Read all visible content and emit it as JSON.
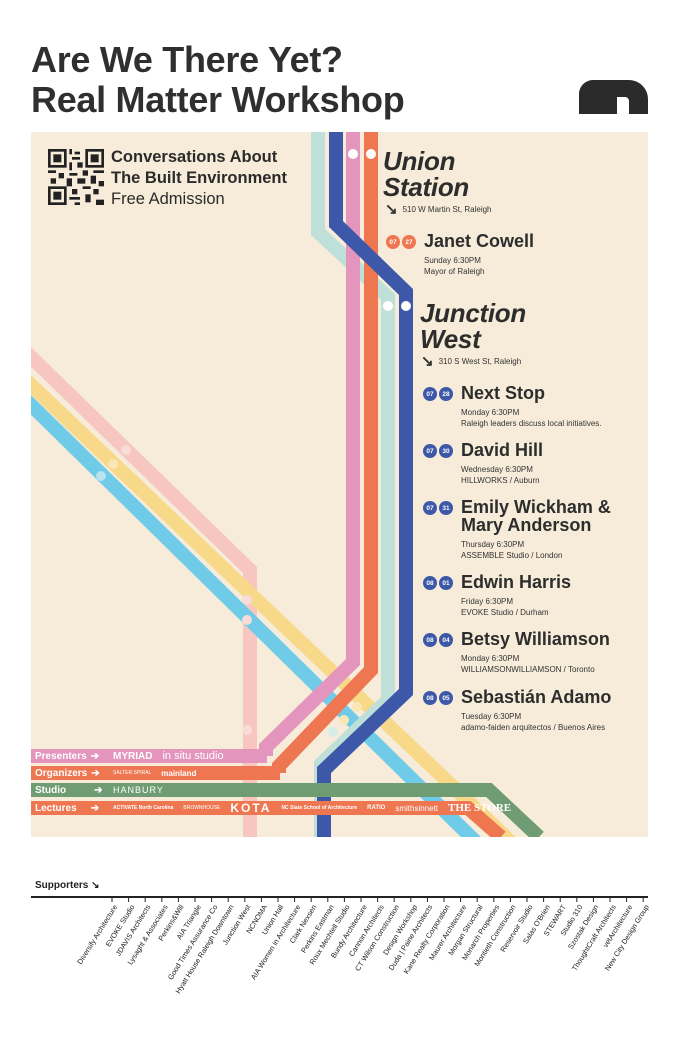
{
  "title": {
    "line1": "Are We There Yet?",
    "line2": "Real Matter Workshop"
  },
  "colors": {
    "background": "#f6ecd9",
    "blue": "#3d58a8",
    "orange": "#ee7751",
    "pink": "#e495bd",
    "mint": "#bfe0d9",
    "yellow": "#f8d98a",
    "light_pink": "#f7c6c0",
    "sky": "#6fcbe8",
    "green": "#6f9c72",
    "text": "#2d2d2d"
  },
  "intro": {
    "line1": "Conversations About",
    "line2": "The Built Environment",
    "line3": "Free Admission"
  },
  "stations": [
    {
      "name_line1": "Union",
      "name_line2": "Station",
      "address": "510 W Martin St, Raleigh"
    },
    {
      "name_line1": "Junction",
      "name_line2": "West",
      "address": "310 S West St, Raleigh"
    }
  ],
  "events": [
    {
      "month": "07",
      "day": "27",
      "color": "orange",
      "name_line1": "Janet Cowell",
      "name_line2": "",
      "when": "Sunday 6:30PM",
      "detail": "Mayor of Raleigh"
    },
    {
      "month": "07",
      "day": "28",
      "color": "blue",
      "name_line1": "Next Stop",
      "name_line2": "",
      "when": "Monday 6:30PM",
      "detail": "Raleigh leaders discuss local initiatives."
    },
    {
      "month": "07",
      "day": "30",
      "color": "blue",
      "name_line1": "David Hill",
      "name_line2": "",
      "when": "Wednesday 6:30PM",
      "detail": "HILLWORKS / Auburn"
    },
    {
      "month": "07",
      "day": "31",
      "color": "blue",
      "name_line1": "Emily Wickham &",
      "name_line2": "Mary Anderson",
      "when": "Thursday 6:30PM",
      "detail": "ASSEMBLE Studio / London"
    },
    {
      "month": "08",
      "day": "01",
      "color": "blue",
      "name_line1": "Edwin Harris",
      "name_line2": "",
      "when": "Friday 6:30PM",
      "detail": "EVOKE Studio / Durham"
    },
    {
      "month": "08",
      "day": "04",
      "color": "blue",
      "name_line1": "Betsy Williamson",
      "name_line2": "",
      "when": "Monday 6:30PM",
      "detail": "WILLIAMSONWILLIAMSON / Toronto"
    },
    {
      "month": "08",
      "day": "05",
      "color": "blue",
      "name_line1": "Sebastián Adamo",
      "name_line2": "",
      "when": "Tuesday 6:30PM",
      "detail": "adamo-faiden arquitectos / Buenos Aires"
    }
  ],
  "bars": [
    {
      "label": "Presenters",
      "color": "pink",
      "logos": [
        "MYRIAD",
        "in situ studio"
      ]
    },
    {
      "label": "Organizers",
      "color": "orange",
      "logos": [
        "SALTER SPIRAL",
        "mainland"
      ]
    },
    {
      "label": "Studio",
      "color": "green",
      "logos": [
        "HANBURY"
      ]
    },
    {
      "label": "Lectures",
      "color": "orange",
      "logos": [
        "ACTIVATE North Carolina",
        "BROWNHOUSE",
        "KOTA",
        "NC State School of Architecture",
        "RATIO",
        "smithsinnett",
        "THE STORE"
      ]
    }
  ],
  "supporters": {
    "title": "Supporters",
    "names": [
      "Diversify Architecture",
      "EVOKE Studio",
      "JDAVIS Architects",
      "Lysaght & Associates",
      "Perkins&Will",
      "AIA Triangle",
      "Good Times Assurance Co",
      "Hyatt House Raleigh Downtown",
      "Junction West",
      "NCNOMA",
      "Union Hall",
      "AIA Women in Architecture",
      "Clark Nexsen",
      "Perkins Eastman",
      "Roux Mechtell Studio",
      "Bundy Architecture",
      "Cannon Architects",
      "CT Wilson Construction",
      "Design Workshop",
      "Duda | Paine Architects",
      "Kane Realty Corporation",
      "Maurer Architecture",
      "Morgan Structural",
      "Monarch Properties",
      "Montieth Construction",
      "Reservoir Studio",
      "Salas O'Brien",
      "STEWART",
      "Studio 310",
      "Szostak Design",
      "ThoughtCraft Architects",
      "vetArchitecture",
      "New City Design Group"
    ]
  }
}
